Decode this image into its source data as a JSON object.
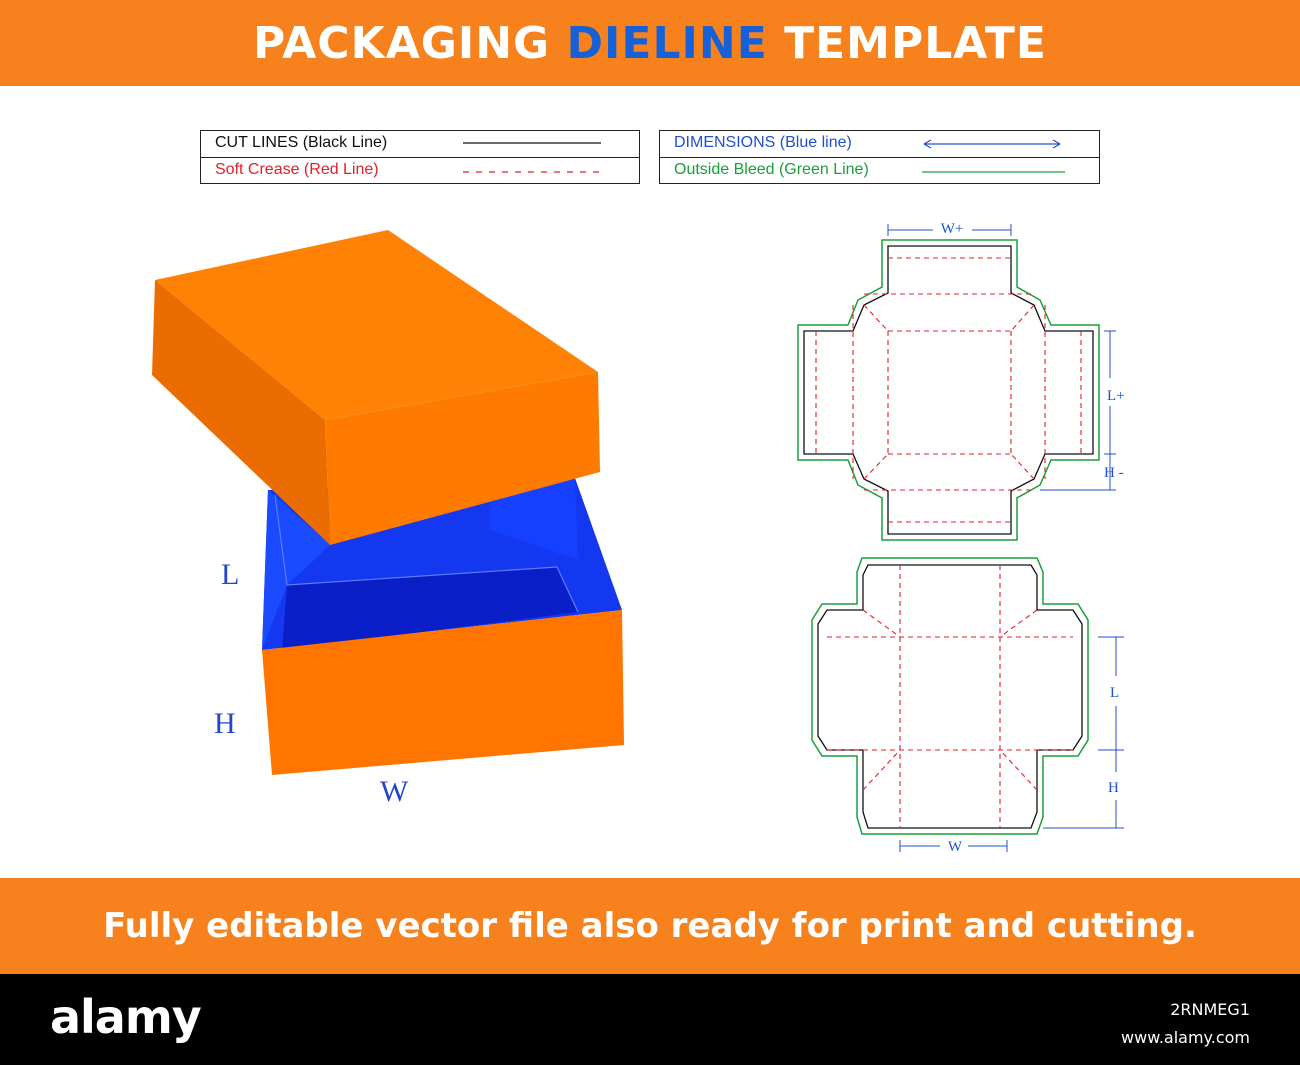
{
  "header": {
    "title_part1": "PACKAGING",
    "title_accent": "DIELINE",
    "title_part2": "TEMPLATE"
  },
  "legend": {
    "cut_lines": "CUT LINES (Black Line)",
    "soft_crease": "Soft Crease (Red Line)",
    "dimensions": "DIMENSIONS (Blue line)",
    "outside_bleed": "Outside Bleed (Green Line)"
  },
  "box_labels": {
    "l": "L",
    "h": "H",
    "w": "W"
  },
  "dieline_labels": {
    "lid_width": "W+",
    "lid_length": "L+",
    "lid_height": "H -",
    "base_length": "L",
    "base_height": "H",
    "base_width": "W"
  },
  "footer": {
    "text": "Fully editable vector file also ready for print and cutting."
  },
  "watermark": {
    "logo": "alamy",
    "image_id": "2RNMEG1",
    "site": "www.alamy.com"
  },
  "colors": {
    "banner": "#f7821d",
    "accent_blue": "#1660d8",
    "cut_line": "#111111",
    "crease_line": "#e0202a",
    "dimension_line": "#2050d0",
    "bleed_line": "#1aa03a",
    "box_orange": "#ff7a00",
    "box_inner_blue": "#1437f0"
  }
}
